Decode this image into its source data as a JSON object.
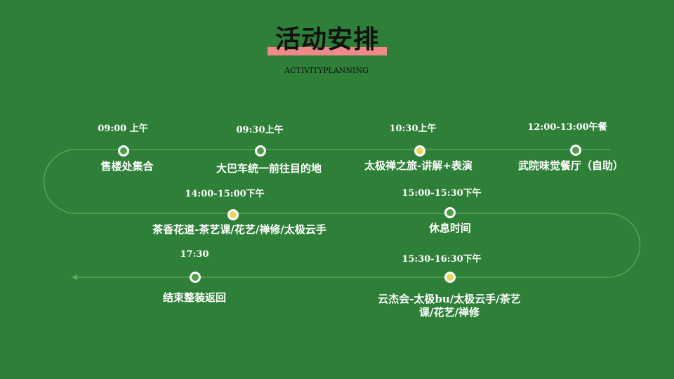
{
  "header": {
    "title": "活动安排",
    "subtitle": "ACTIVITYPLANNING"
  },
  "colors": {
    "background": "#2e7f37",
    "title_bar": "#f08a8a",
    "node_green": "#4d9e48",
    "node_yellow": "#e6d85a",
    "track_line": "#5fae5a"
  },
  "timeline": [
    {
      "time": "09:00 上午",
      "label": "售楼处集合",
      "node": "green"
    },
    {
      "time": "09:30上午",
      "label": "大巴车统一前往目的地",
      "node": "green"
    },
    {
      "time": "10:30上午",
      "label": "太极禅之旅-讲解+表演",
      "node": "yellow"
    },
    {
      "time": "12:00-13:00午餐",
      "label": "武院味觉餐厅（自助）",
      "node": "green"
    },
    {
      "time": "14:00-15:00下午",
      "label": "茶香花道-茶艺课/花艺/禅修/太极云手",
      "node": "yellow"
    },
    {
      "time": "15:00-15:30下午",
      "label": "休息时间",
      "node": "green"
    },
    {
      "time": "15:30-16:30下午",
      "label": "云杰会-太极bu/太极云手/茶艺课/花艺/禅修",
      "node": "yellow"
    },
    {
      "time": "17:30",
      "label": "结束整装返回",
      "node": "green"
    }
  ]
}
